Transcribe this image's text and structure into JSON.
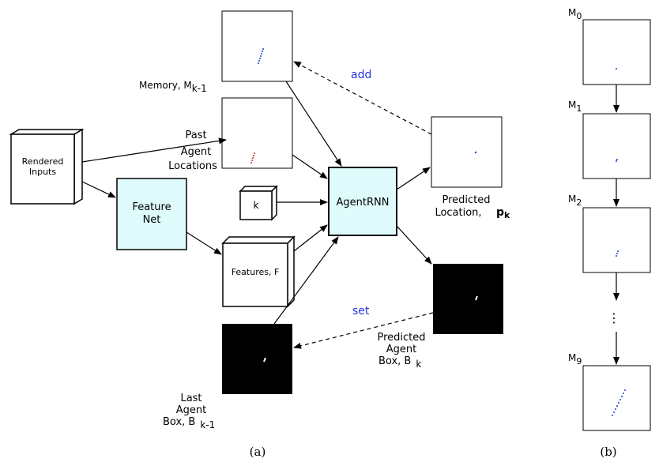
{
  "colors": {
    "box_fill_light": "#dffbfb",
    "label_blue": "#2233dd",
    "trail_red": "#cc3322",
    "dot_blue": "#2244cc",
    "black_panel": "#000000"
  },
  "panel_a": {
    "caption": "(a)",
    "rendered_inputs": "Rendered Inputs",
    "feature_net": "Feature Net",
    "k_cube": "k",
    "features": "Features, F",
    "agent_rnn": "AgentRNN",
    "memory_label": "Memory, M",
    "memory_sub": "k-1",
    "past_locations": [
      "Past",
      "Agent",
      "Locations"
    ],
    "predicted_location": [
      "Predicted",
      "Location,"
    ],
    "predicted_location_symbol": "p",
    "predicted_location_sub": "k",
    "predicted_box": [
      "Predicted",
      "Agent",
      "Box, B"
    ],
    "predicted_box_sub": "k",
    "last_box": [
      "Last",
      "Agent",
      "Box, B"
    ],
    "last_box_sub": "k-1",
    "add_label": "add",
    "set_label": "set"
  },
  "panel_b": {
    "caption": "(b)",
    "m0": "M",
    "m0_sub": "0",
    "m1": "M",
    "m1_sub": "1",
    "m2": "M",
    "m2_sub": "2",
    "m9": "M",
    "m9_sub": "9",
    "ellipsis": "⋮"
  }
}
